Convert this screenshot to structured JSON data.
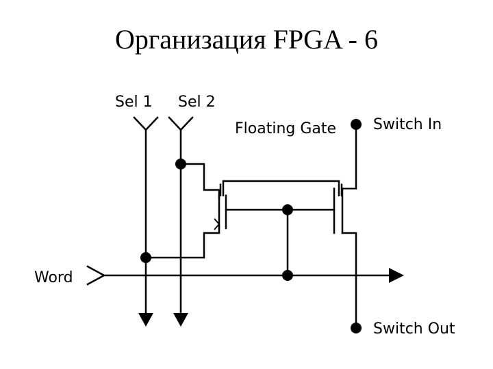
{
  "slide": {
    "title": "Организация FPGA - 6"
  },
  "diagram": {
    "labels": {
      "sel1": "Sel 1",
      "sel2": "Sel 2",
      "floating_gate": "Floating Gate",
      "switch_in": "Switch In",
      "switch_out": "Switch Out",
      "word": "Word"
    },
    "colors": {
      "ink": "#000000",
      "background": "#ffffff"
    }
  }
}
